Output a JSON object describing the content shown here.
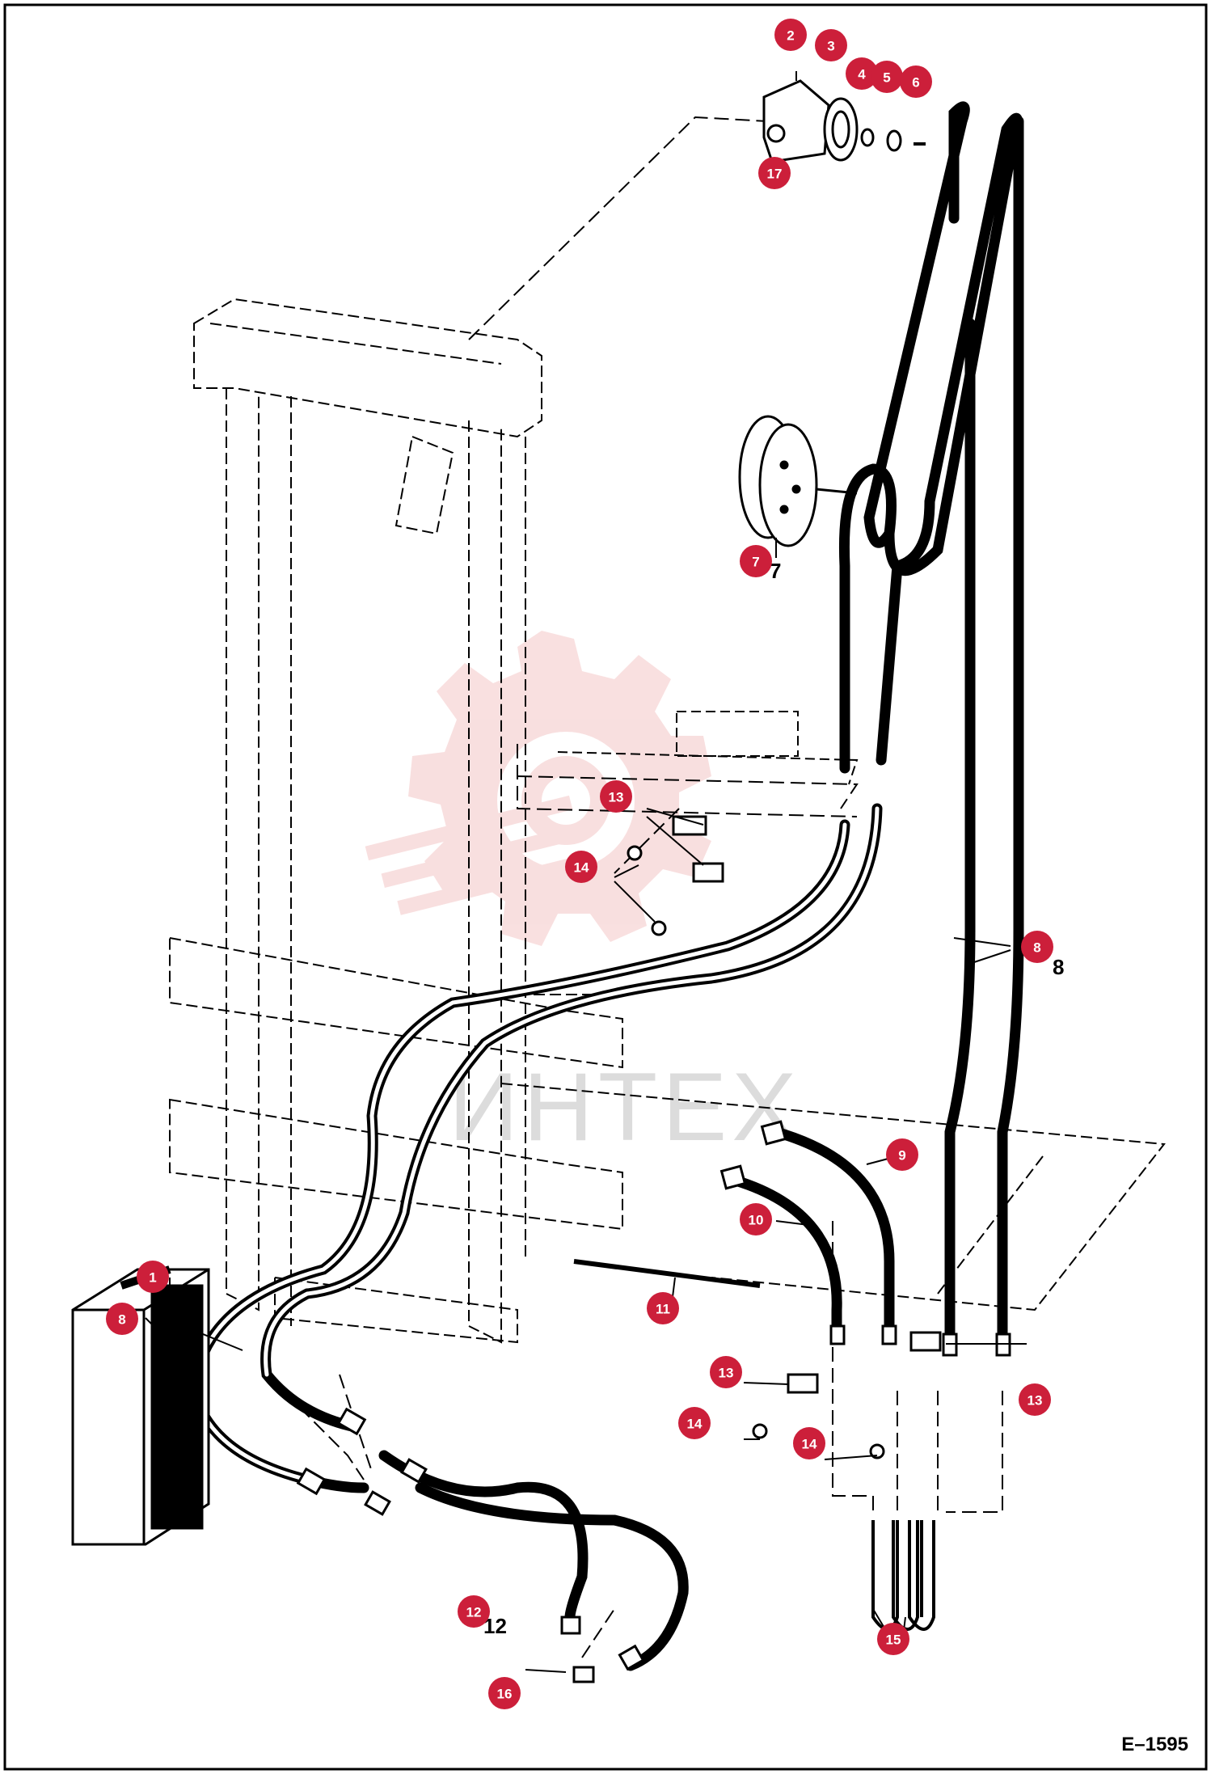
{
  "drawing_code": "E–1595",
  "watermark": "ИНТЕХ",
  "colors": {
    "callout": "#cc1f3a",
    "callout_text": "#ffffff",
    "line": "#000000",
    "watermark": "#f4c6c6"
  },
  "callouts": [
    "1",
    "2",
    "3",
    "4",
    "5",
    "6",
    "7",
    "8",
    "8",
    "9",
    "10",
    "11",
    "12",
    "13",
    "13",
    "13",
    "14",
    "14",
    "14",
    "15",
    "16",
    "17"
  ],
  "plain_numbers": [
    "7",
    "8",
    "12"
  ]
}
